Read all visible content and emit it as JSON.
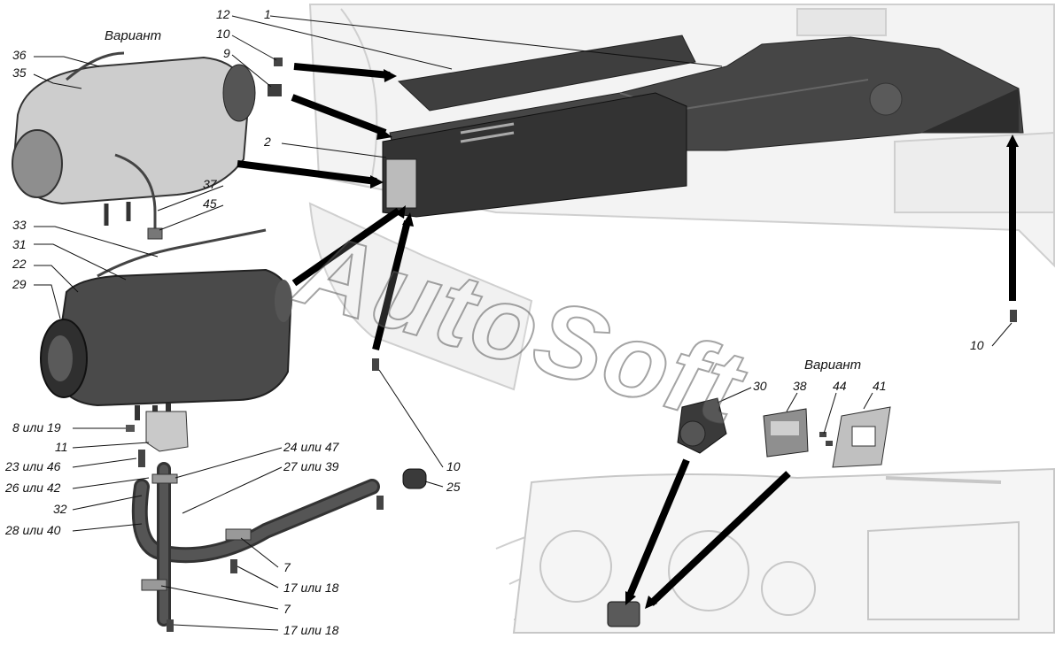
{
  "diagram": {
    "headings": {
      "variant_left": "Вариант",
      "variant_right": "Вариант"
    },
    "watermark": "AutoSoft",
    "labels": {
      "p1": "1",
      "p2": "2",
      "p7a": "7",
      "p7b": "7",
      "p8_19": "8 или 19",
      "p9": "9",
      "p10a": "10",
      "p10b": "10",
      "p10c": "10",
      "p11": "11",
      "p12": "12",
      "p17_18a": "17 или 18",
      "p17_18b": "17 или 18",
      "p22": "22",
      "p23_46": "23 или 46",
      "p24_47": "24 или 47",
      "p25": "25",
      "p26_42": "26 или 42",
      "p27_39": "27 или 39",
      "p28_40": "28 или 40",
      "p29": "29",
      "p30": "30",
      "p31": "31",
      "p32": "32",
      "p33": "33",
      "p35": "35",
      "p36": "36",
      "p37": "37",
      "p38": "38",
      "p41": "41",
      "p44": "44",
      "p45": "45"
    },
    "colors": {
      "line": "#111111",
      "part_dark": "#3a3a3a",
      "part_light": "#d8d8d8",
      "background": "#ffffff"
    }
  }
}
